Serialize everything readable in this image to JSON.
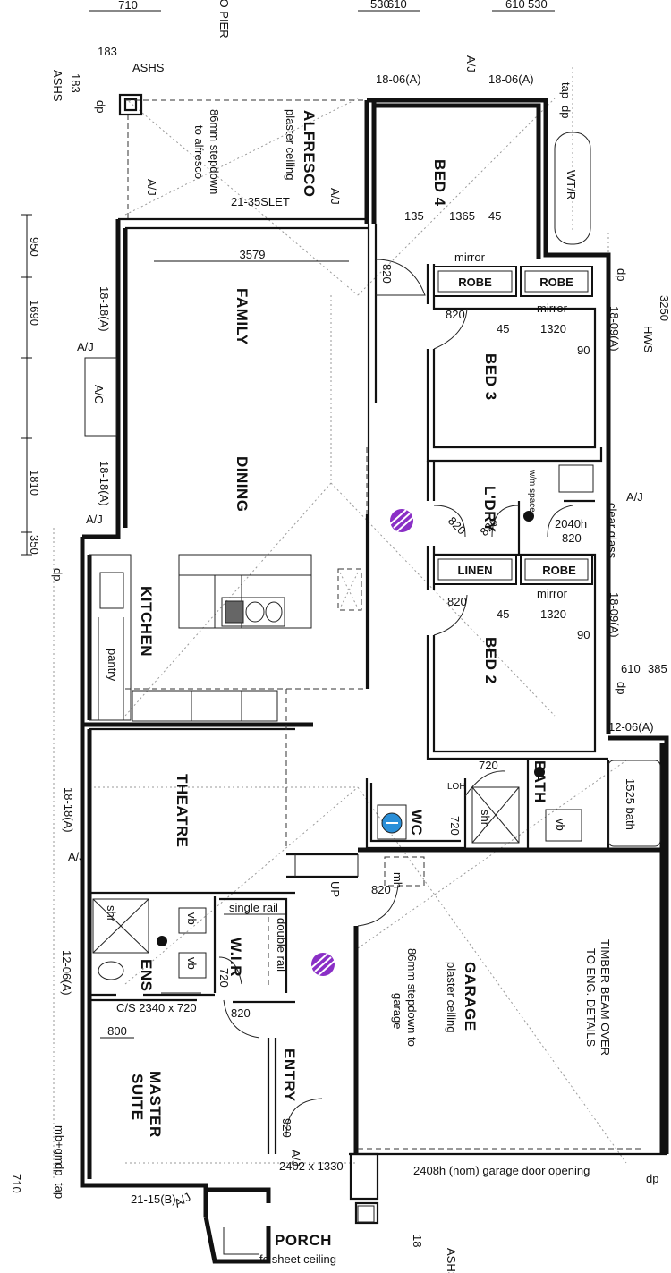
{
  "rooms": {
    "alfresco": "ALFRESCO",
    "alfresco_ceiling": "plaster ceiling",
    "alfresco_step1": "86mm stepdown",
    "alfresco_step2": "to alfresco",
    "family": "FAMILY",
    "dining": "DINING",
    "kitchen": "KITCHEN",
    "pantry": "pantry",
    "theatre": "THEATRE",
    "ens": "ENS",
    "wir": "W.I.R",
    "master1": "MASTER",
    "master2": "SUITE",
    "entry": "ENTRY",
    "porch": "PORCH",
    "porch_ceiling": "fc sheet ceiling",
    "garage": "GARAGE",
    "garage_ceiling": "plaster ceiling",
    "garage_step1": "86mm stepdown to",
    "garage_step2": "garage",
    "timber1": "TIMBER BEAM OVER",
    "timber2": "TO ENG. DETAILS",
    "bed4": "BED 4",
    "bed3": "BED 3",
    "bed2": "BED 2",
    "ldry": "L'DRY",
    "bath": "BATH",
    "wc": "WC",
    "linen": "LINEN",
    "robe": "ROBE",
    "mirror": "mirror",
    "bath_tub": "1525 bath",
    "wtr": "WT/R",
    "ac": "A/C",
    "wm_space": "w/m space",
    "shr": "shr",
    "vb": "vb",
    "single_rail": "single rail",
    "double_rail": "double rail",
    "mh": "mh",
    "loh": "LOH",
    "hws": "HWS",
    "up": "UP",
    "clear_glass": "clear glass",
    "ashs": "ASHS",
    "ashs_t": "ASHS T",
    "to_pier": "G TO PIER",
    "dp": "dp",
    "tap": "tap",
    "mbgm": "mb+gm"
  },
  "labels": {
    "a_j": "A/J",
    "r_18_06a": "18-06(A)",
    "r_18_18a": "18-18(A)",
    "r_18_09a": "18-09(A)",
    "r_12_06a": "12-06(A)",
    "r_21_15b": "21-15(B)",
    "r_21_35slet": "21-35SLET",
    "cs": "C/S 2340 x 720",
    "entry_window": "2402 x 1330",
    "garage_door": "2408h (nom) garage door opening",
    "w_2040h": "2040h",
    "ldry_820": "820"
  },
  "dimensions": {
    "d710": "710",
    "d530": "530",
    "d610": "610",
    "d183": "183",
    "d135": "135",
    "d1365": "1365",
    "d45": "45",
    "d3579": "3579",
    "d820": "820",
    "d1320": "1320",
    "d90": "90",
    "d950": "950",
    "d1690": "1690",
    "d1810": "1810",
    "d350": "350",
    "d385": "385",
    "d720": "720",
    "d800": "800",
    "d920": "920",
    "d3250": "3250",
    "d18": "18"
  },
  "colors": {
    "smoke_detector": "#8a2fc6",
    "wall": "#111111",
    "toilet_blue": "#2a8fd8"
  }
}
